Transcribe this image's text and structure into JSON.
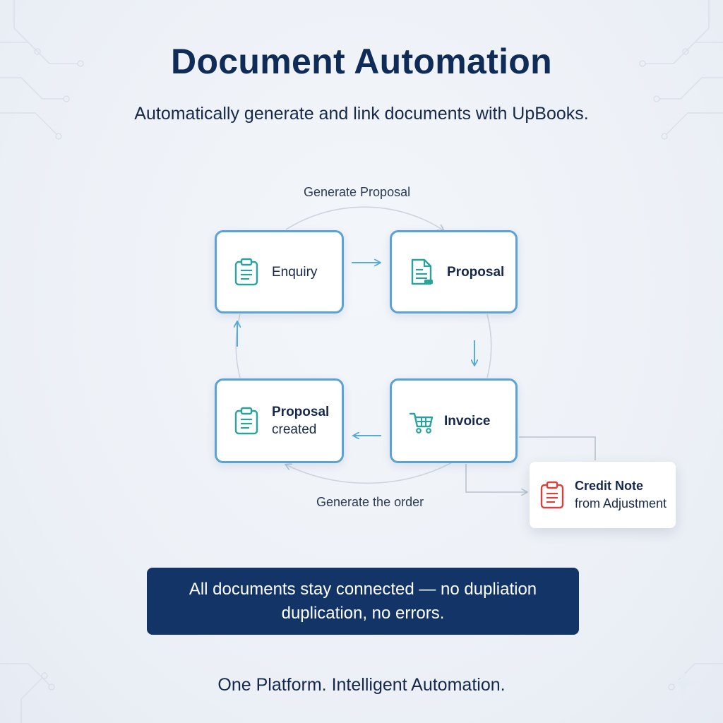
{
  "header": {
    "title": "Document Automation",
    "subtitle": "Automatically generate and link documents with UpBooks."
  },
  "diagram": {
    "top_label": "Generate Proposal",
    "bottom_label": "Generate the order",
    "nodes": {
      "enquiry": {
        "line1": "Enquiry",
        "icon": "clipboard-icon"
      },
      "proposal": {
        "line1": "Proposal",
        "icon": "document-icon"
      },
      "invoice": {
        "line1": "Invoice",
        "icon": "shopping-cart-icon"
      },
      "proposal_created": {
        "line1": "Proposal",
        "line2": "created",
        "icon": "clipboard-icon"
      },
      "credit_note": {
        "line1": "Credit Note",
        "line2": "from Adjustment",
        "icon": "clipboard-icon"
      }
    }
  },
  "banner": {
    "line1": "All documents stay connected — no dupliation",
    "line2": "duplication, no errors."
  },
  "footer": "One Platform. Intelligent Automation.",
  "colors": {
    "title": "#0f2b57",
    "card_border": "#5aa3d4",
    "icon_teal": "#2aa39b",
    "icon_red": "#d9413c",
    "banner_bg": "#123466",
    "arrow": "#5aaad8"
  }
}
